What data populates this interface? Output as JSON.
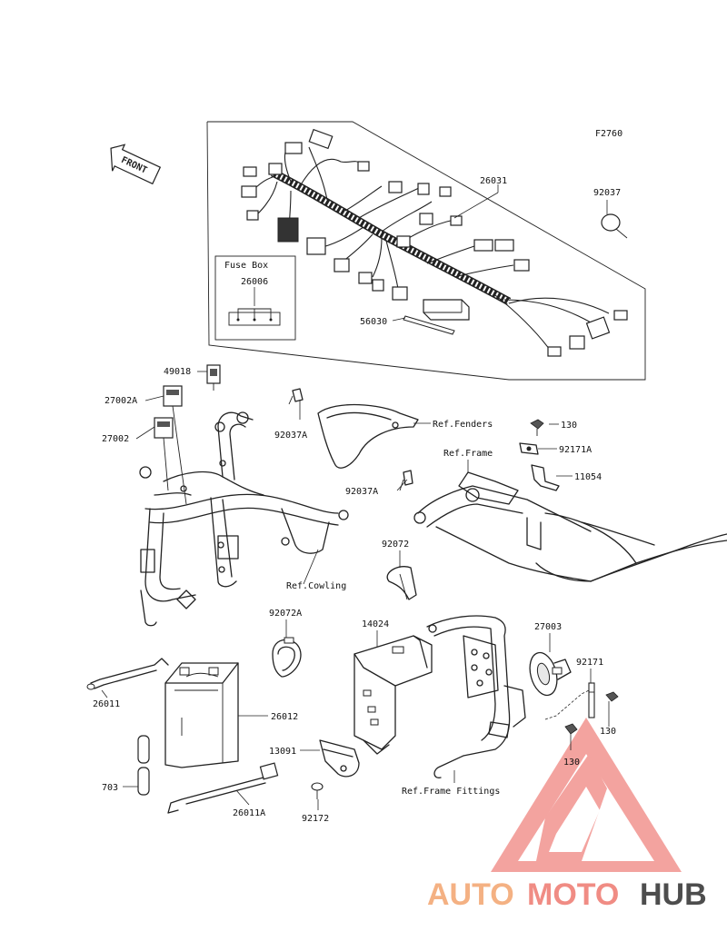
{
  "figure_code": "F2760",
  "front_marker": "FRONT",
  "fuse_box": {
    "title": "Fuse Box",
    "part": "26006"
  },
  "parts": {
    "p26031": "26031",
    "p92037": "92037",
    "p56030": "56030",
    "p49018": "49018",
    "p27002A": "27002A",
    "p27002": "27002",
    "p92037A_1": "92037A",
    "p92037A_2": "92037A",
    "p130_1": "130",
    "p92171A": "92171A",
    "p11054": "11054",
    "p92072": "92072",
    "p92072A": "92072A",
    "p14024": "14024",
    "p27003": "27003",
    "p92171": "92171",
    "p130_2": "130",
    "p130_3": "130",
    "p26011": "26011",
    "p26012": "26012",
    "p703": "703",
    "p13091": "13091",
    "p26011A": "26011A",
    "p92172": "92172"
  },
  "references": {
    "fenders": "Ref.Fenders",
    "frame": "Ref.Frame",
    "cowling": "Ref.Cowling",
    "frame_fittings": "Ref.Frame Fittings"
  },
  "watermark": {
    "auto": "AUTO",
    "moto": "MOTO",
    "hub": "HUB",
    "colors": {
      "auto": "#f4b183",
      "moto": "#f08c84",
      "hub": "#4d4d4d",
      "triangle": "#f2938f"
    }
  }
}
